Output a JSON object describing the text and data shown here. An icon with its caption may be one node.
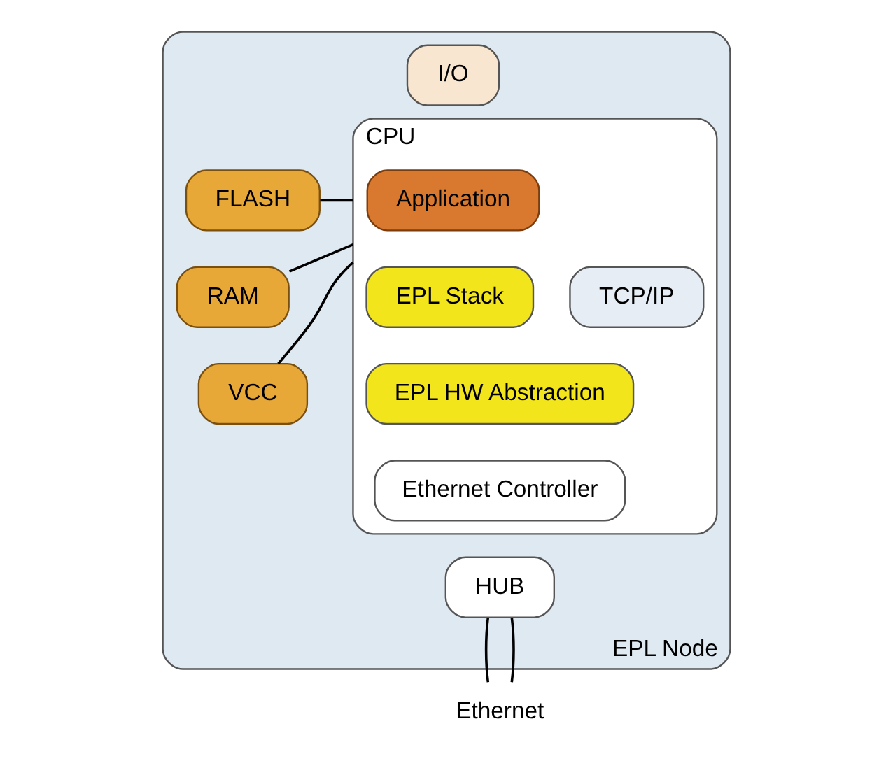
{
  "diagram": {
    "nodes": [
      {
        "text": [
          "EPL Node"
        ]
      },
      {
        "text": [
          "I/O"
        ],
        "in": 0
      },
      {
        "text": [
          "CPU"
        ],
        "in": 0
      },
      {
        "text": [
          "Application"
        ],
        "in": 2
      },
      {
        "text": [
          "EPL Stack"
        ],
        "in": 2
      },
      {
        "text": [
          "TCP/IP"
        ],
        "in": 2
      },
      {
        "text": [
          "EPL HW Abstraction"
        ],
        "in": 2
      },
      {
        "text": [
          "Ethernet Controller"
        ],
        "in": 2
      },
      {
        "text": [
          "FLASH"
        ],
        "in": 0
      },
      {
        "text": [
          "RAM"
        ],
        "in": 0
      },
      {
        "text": [
          "VCC"
        ],
        "in": 0
      },
      {
        "text": [
          "HUB"
        ],
        "in": 0
      },
      {
        "text": [
          "Ethernet"
        ]
      }
    ],
    "edges": [
      {
        "from": 2,
        "to": 8,
        "arrow": "none"
      },
      {
        "from": 2,
        "to": 9,
        "arrow": "none"
      },
      {
        "from": 2,
        "to": 10,
        "arrow": "none"
      },
      {
        "from": 11,
        "to": 12,
        "arrow": "none"
      },
      {
        "from": 11,
        "to": 12,
        "arrow": "none"
      }
    ]
  }
}
